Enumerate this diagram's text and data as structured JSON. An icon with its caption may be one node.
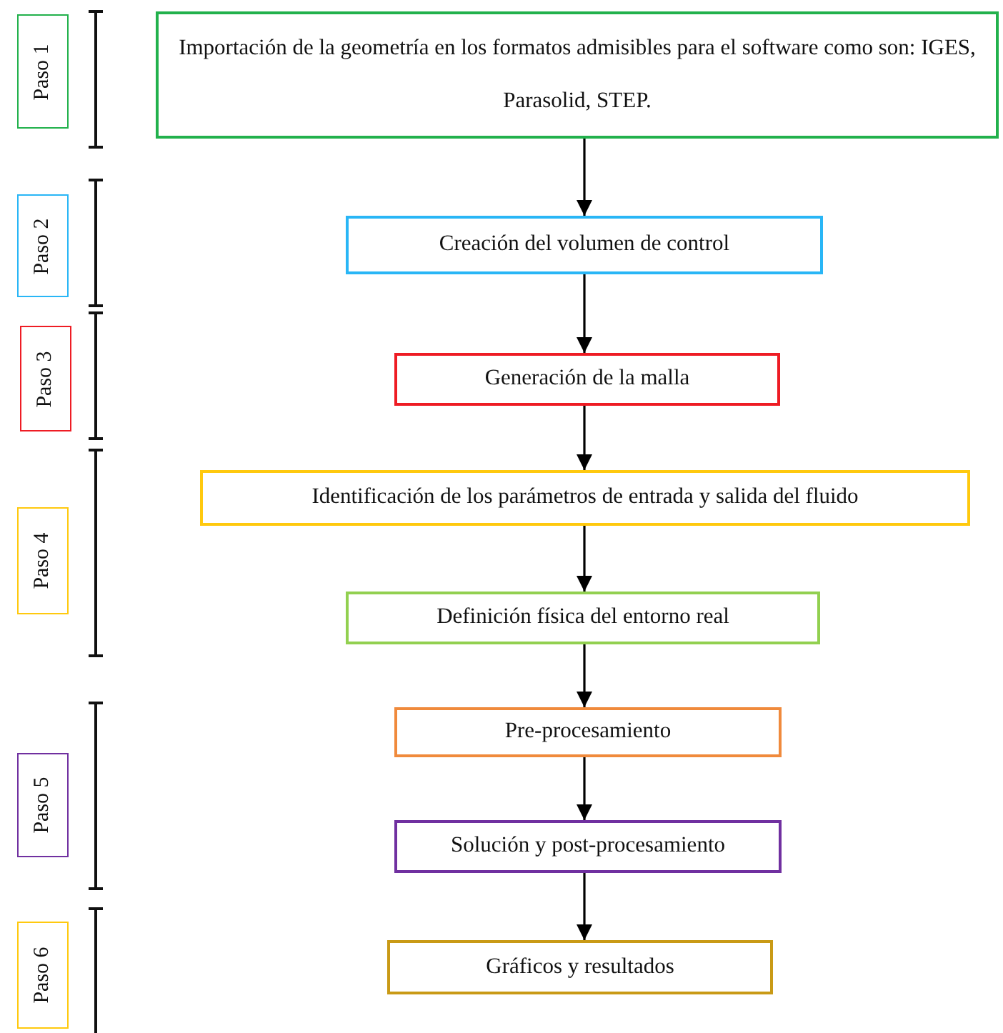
{
  "diagram": {
    "nodes": [
      {
        "text": [
          "Paso 1"
        ]
      },
      {
        "text": [
          "Importación de la geometría en los formatos admisibles para el software como son: IGES, Parasolid, STEP."
        ]
      },
      {
        "text": [
          "Paso 2"
        ]
      },
      {
        "text": [
          "Creación del volumen de control"
        ]
      },
      {
        "text": [
          "Paso 3"
        ]
      },
      {
        "text": [
          "Generación de la malla"
        ]
      },
      {
        "text": [
          "Paso 4"
        ]
      },
      {
        "text": [
          "Identificación de los parámetros de entrada y salida del fluido"
        ]
      },
      {
        "text": [
          "Definición física del entorno real"
        ]
      },
      {
        "text": [
          "Paso 5"
        ]
      },
      {
        "text": [
          "Pre-procesamiento"
        ]
      },
      {
        "text": [
          "Solución y post-procesamiento"
        ]
      },
      {
        "text": [
          "Paso 6"
        ]
      },
      {
        "text": [
          "Gráficos y resultados"
        ]
      }
    ],
    "edges": [
      {
        "from": 1,
        "to": 3,
        "arrow": "to"
      },
      {
        "from": 3,
        "to": 5,
        "arrow": "to"
      },
      {
        "from": 5,
        "to": 7,
        "arrow": "to"
      },
      {
        "from": 7,
        "to": 8,
        "arrow": "to"
      },
      {
        "from": 8,
        "to": 10,
        "arrow": "to"
      },
      {
        "from": 10,
        "to": 11,
        "arrow": "to"
      },
      {
        "from": 11,
        "to": 13,
        "arrow": "to"
      }
    ]
  }
}
